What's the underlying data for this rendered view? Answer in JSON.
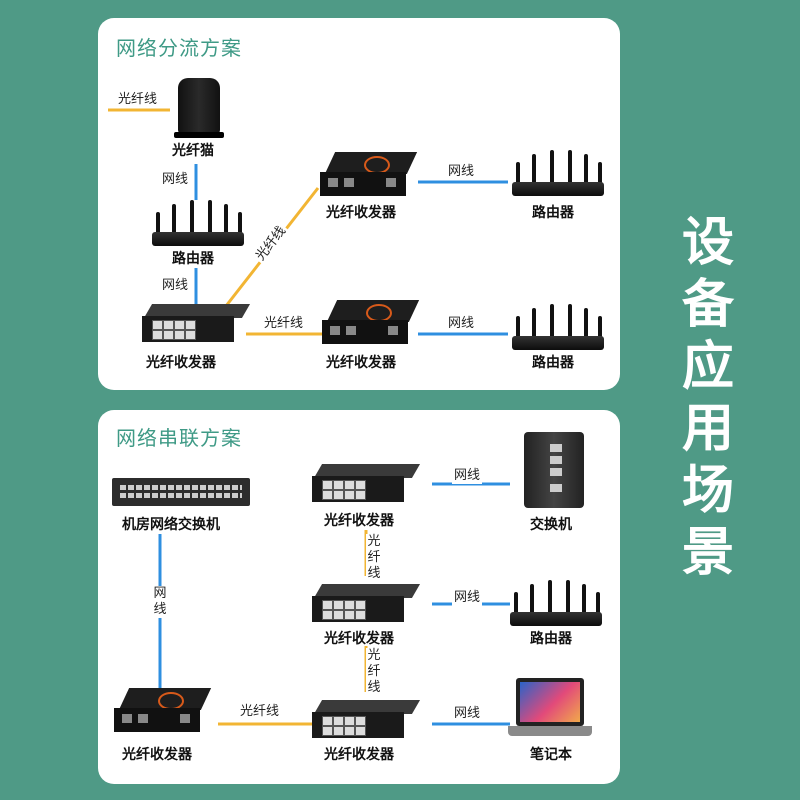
{
  "title": "设备应用场景",
  "colors": {
    "background": "#4f9a86",
    "fiber": "#f2b533",
    "ethernet": "#2f8fe0",
    "accent": "#d85a1a"
  },
  "split": {
    "title": "网络分流方案",
    "devices": {
      "modem": "光纤猫",
      "router": "路由器",
      "converter": "光纤收发器",
      "converter_top": "光纤收发器",
      "router_top": "路由器",
      "converter_bottom": "光纤收发器",
      "router_bottom": "路由器"
    },
    "links": {
      "fiber_in": "光纤线",
      "modem_router": "网线",
      "router_converter": "网线",
      "diag_fiber": "光纤线",
      "mid_fiber": "光纤线",
      "top_ethernet": "网线",
      "bottom_ethernet": "网线"
    }
  },
  "cascade": {
    "title": "网络串联方案",
    "devices": {
      "core_switch": "机房网络交换机",
      "converter_left": "光纤收发器",
      "converter_1": "光纤收发器",
      "converter_2": "光纤收发器",
      "converter_3": "光纤收发器",
      "switch": "交换机",
      "router": "路由器",
      "laptop": "笔记本"
    },
    "links": {
      "switch_vertical": "网线",
      "bottom_fiber": "光纤线",
      "fiber_1_2": "光纤线",
      "fiber_2_3": "光纤线",
      "eth_switch": "网线",
      "eth_router": "网线",
      "eth_laptop": "网线"
    }
  }
}
